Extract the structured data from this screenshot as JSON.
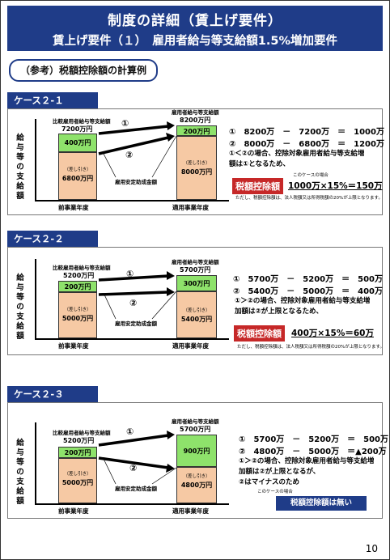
{
  "header": {
    "title": "制度の詳細（賃上げ要件）",
    "subtitle": "賃上げ要件（１）　雇用者給与等支給額1.5%増加要件"
  },
  "reference_title": "（参考）税額控除額の計算例",
  "common": {
    "y_axis": "給与等の支給額",
    "comparison_label": "比較雇用者給与等支給額",
    "applied_label": "雇用者給与等支給額",
    "subsidy_label": "雇用安定助成金額",
    "deduct_note": "（差し引き）",
    "x_prev": "前事業年度",
    "x_applied": "適用事業年度",
    "circle1": "①",
    "circle2": "②",
    "deduction_label": "税額控除額",
    "case_note": "このケースの場合",
    "cap_note": "ただし、税額控除額は、法人税額又は所得税額の20%が上限となります。"
  },
  "cases": [
    {
      "label": "ケース２-１",
      "prev_total": "7200万円",
      "prev_green": "400万円",
      "prev_peach": "6800万円",
      "app_total": "8200万円",
      "app_green": "200万円",
      "app_peach": "8000万円",
      "eq1": "①　8200万　－　7200万　＝　1000万",
      "eq2": "②　8000万　－　6800万　＝　1200万",
      "note_line1": "①＜②の場合、控除対象雇用者給与等支給増",
      "note_line2": "額は①となるため、",
      "formula": "1000万×15%＝150万"
    },
    {
      "label": "ケース２-２",
      "prev_total": "5200万円",
      "prev_green": "200万円",
      "prev_peach": "5000万円",
      "app_total": "5700万円",
      "app_green": "300万円",
      "app_peach": "5400万円",
      "eq1": "①　5700万　－　5200万　＝　500万",
      "eq2": "②　5400万　－　5000万　＝　400万",
      "note_line1": "①＞②の場合、控除対象雇用者給与等支給増",
      "note_line2": "加額は②が上限となるため、",
      "formula": "400万×15%＝60万"
    },
    {
      "label": "ケース２-３",
      "prev_total": "5200万円",
      "prev_green": "200万円",
      "prev_peach": "5000万円",
      "app_total": "5700万円",
      "app_green": "900万円",
      "app_peach": "4800万円",
      "eq1": "①　5700万　－　5200万　＝　500万",
      "eq2": "②　4800万　－　5000万　＝▲200万",
      "note_line1": "①＞②の場合、控除対象雇用者給与等支給増",
      "note_line2": "加額は②が上限となるが、",
      "note_line3": "②はマイナスのため",
      "no_deduction": "税額控除額は無い"
    }
  ],
  "page_number": "10"
}
